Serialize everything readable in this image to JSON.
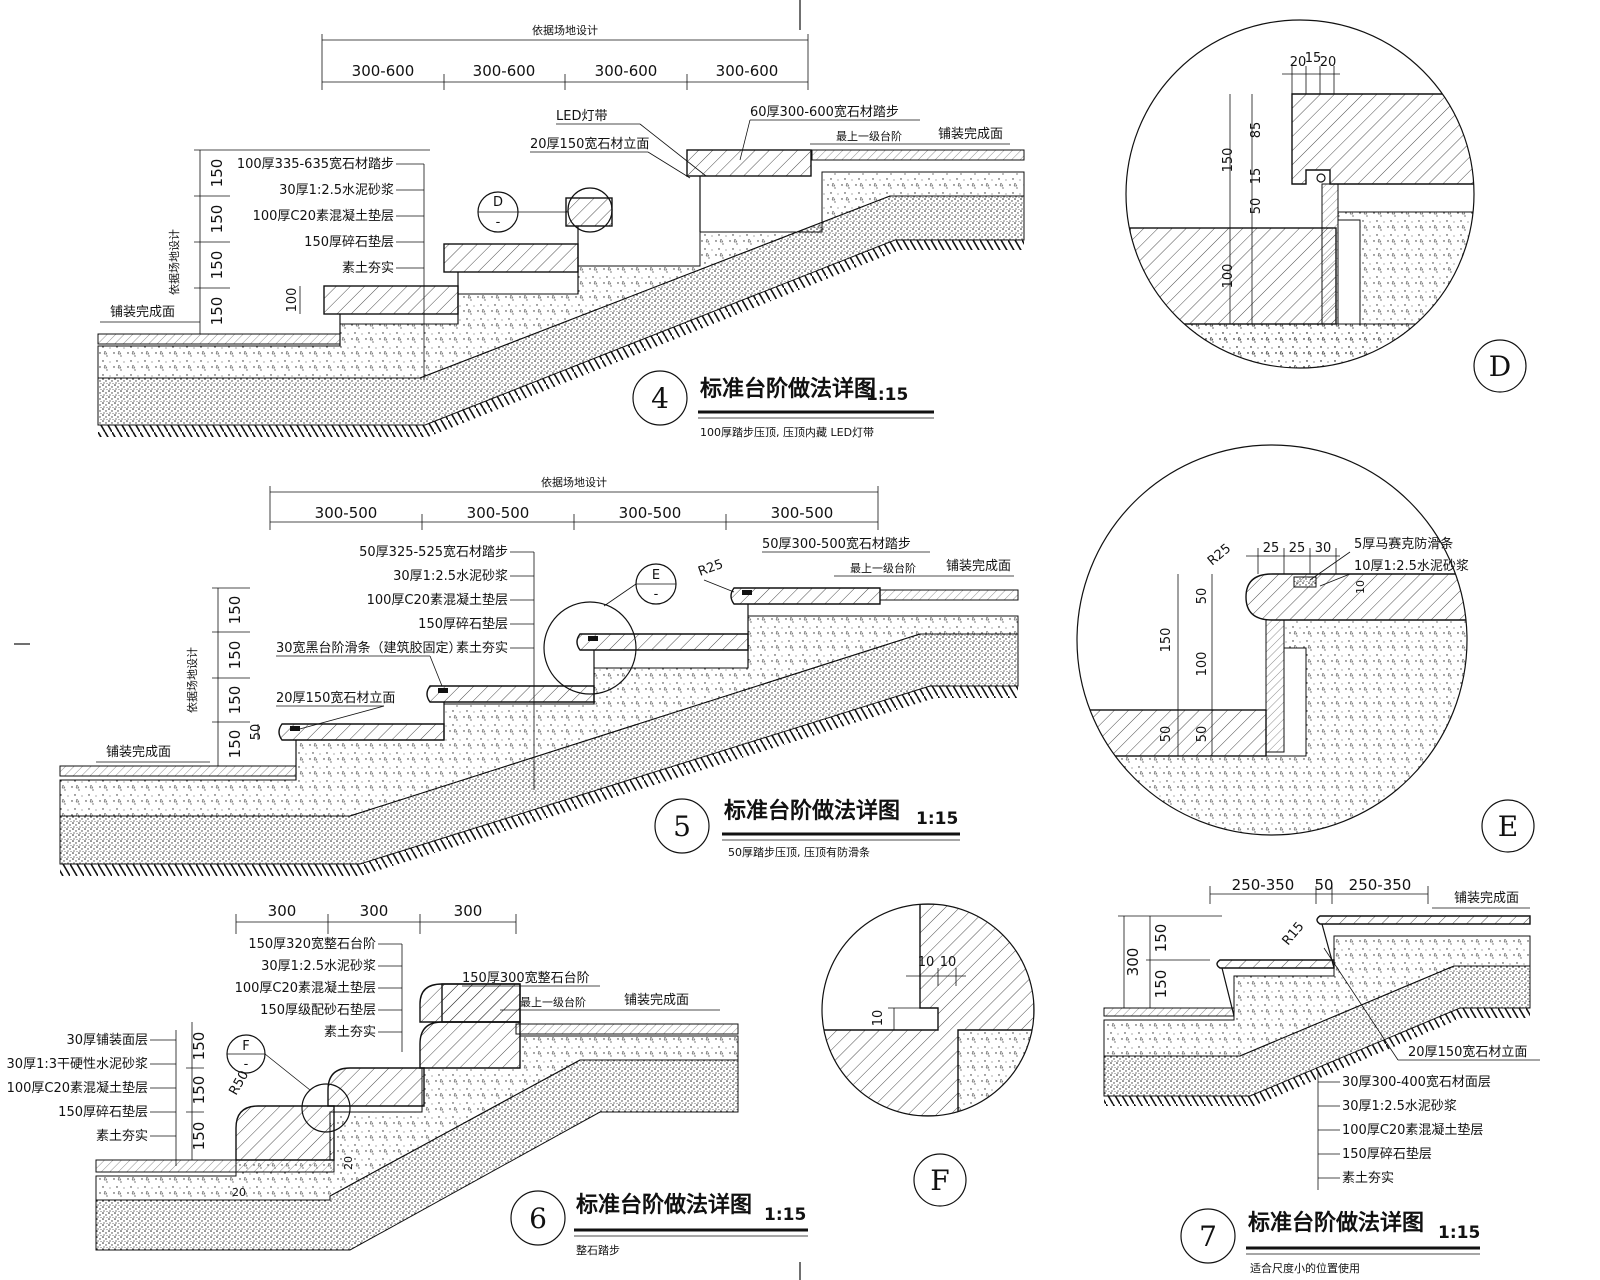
{
  "detail4": {
    "overall_dim": "依据场地设计",
    "dims": [
      "300-600",
      "300-600",
      "300-600",
      "300-600"
    ],
    "vert_dims": [
      "150",
      "150",
      "150",
      "150"
    ],
    "step_dim": "100",
    "side_label": "依据场地设计",
    "callouts": [
      "100厚335-635宽石材踏步",
      "30厚1:2.5水泥砂浆",
      "100厚C20素混凝土垫层",
      "150厚碎石垫层",
      "素土夯实"
    ],
    "led_label": "LED灯带",
    "riser_label": "20厚150宽石材立面",
    "top_tread_label": "60厚300-600宽石材踏步",
    "top_step_label": "最上一级台阶",
    "pave_left": "铺装完成面",
    "pave_right": "铺装完成面",
    "marker": {
      "letter": "D",
      "dash": "-"
    },
    "number": "4",
    "title": "标准台阶做法详图",
    "scale": "1:15",
    "subtitle": "100厚踏步压顶, 压顶内藏 LED灯带"
  },
  "detailD": {
    "dims_top": [
      "20",
      "15",
      "20"
    ],
    "dims_left": [
      "150",
      "85",
      "15",
      "50",
      "100"
    ],
    "letter": "D"
  },
  "detail5": {
    "overall_dim": "依据场地设计",
    "dims": [
      "300-500",
      "300-500",
      "300-500",
      "300-500"
    ],
    "vert_dims": [
      "150",
      "150",
      "150",
      "150"
    ],
    "step_dim": "50",
    "side_label": "依据场地设计",
    "callouts": [
      "50厚325-525宽石材踏步",
      "30厚1:2.5水泥砂浆",
      "100厚C20素混凝土垫层",
      "150厚碎石垫层",
      "素土夯实"
    ],
    "antislip_label": "30宽黑台阶滑条（建筑胶固定）",
    "riser_label": "20厚150宽石材立面",
    "top_tread_label": "50厚300-500宽石材踏步",
    "top_step_label": "最上一级台阶",
    "radius": "R25",
    "pave_left": "铺装完成面",
    "pave_right": "铺装完成面",
    "marker": {
      "letter": "E",
      "dash": "-"
    },
    "number": "5",
    "title": "标准台阶做法详图",
    "scale": "1:15",
    "subtitle": "50厚踏步压顶, 压顶有防滑条"
  },
  "detailE": {
    "radius": "R25",
    "dims_top": [
      "25",
      "25",
      "30"
    ],
    "dims_left": [
      "150",
      "50",
      "100",
      "50",
      "50"
    ],
    "label1": "5厚马赛克防滑条",
    "label2": "10厚1:2.5水泥砂浆",
    "small_dim": "10",
    "letter": "E"
  },
  "detail6": {
    "dims": [
      "300",
      "300",
      "300"
    ],
    "callouts": [
      "150厚320宽整石台阶",
      "30厚1:2.5水泥砂浆",
      "100厚C20素混凝土垫层",
      "150厚级配砂石垫层",
      "素土夯实"
    ],
    "left_callouts": [
      "30厚铺装面层",
      "30厚1:3干硬性水泥砂浆",
      "100厚C20素混凝土垫层",
      "150厚碎石垫层",
      "素土夯实"
    ],
    "vert_dims": [
      "150",
      "150",
      "150"
    ],
    "top_tread_label": "150厚300宽整石台阶",
    "top_step_label": "最上一级台阶",
    "pave_right": "铺装完成面",
    "radius": "R50",
    "small_dims": [
      "20",
      "20"
    ],
    "marker": {
      "letter": "F",
      "dash": "-"
    },
    "number": "6",
    "title": "标准台阶做法详图",
    "scale": "1:15",
    "subtitle": "整石踏步"
  },
  "detailF": {
    "dims": [
      "10",
      "10",
      "10"
    ],
    "letter": "F"
  },
  "detail7": {
    "dims": [
      "250-350",
      "50",
      "250-350"
    ],
    "vert_dims": [
      "300",
      "150",
      "150"
    ],
    "radius": "R15",
    "pave_right": "铺装完成面",
    "riser_label": "20厚150宽石材立面",
    "callouts": [
      "30厚300-400宽石材面层",
      "30厚1:2.5水泥砂浆",
      "100厚C20素混凝土垫层",
      "150厚碎石垫层",
      "素土夯实"
    ],
    "number": "7",
    "title": "标准台阶做法详图",
    "scale": "1:15",
    "subtitle": "适合尺度小的位置使用"
  }
}
